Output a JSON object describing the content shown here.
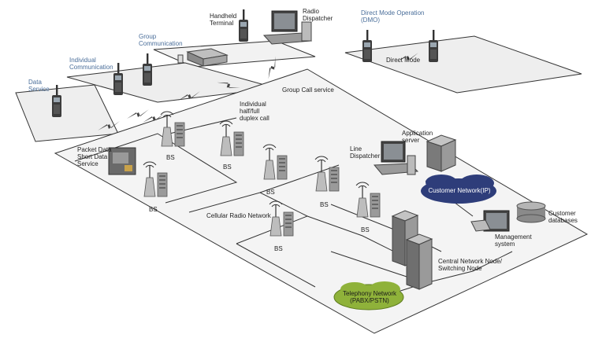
{
  "labels": {
    "direct_mode_operation": "Direct Mode Operation\n(DMO)",
    "direct_mode": "Direct Mode",
    "handheld_terminal": "Handheld\nTerminal",
    "radio_dispatcher": "Radio\nDispatcher",
    "group_communication": "Group\nCommunication",
    "individual_communication": "Individual\nCommunication",
    "data_service": "Data\nService",
    "group_call_service": "Group Call service",
    "individual_call": "Individual\nhalf/full\nduplex call",
    "packet_data": "Packet Data\nShort Data\nService",
    "application_server": "Application\nserver",
    "line_dispatcher": "Line\nDispatcher",
    "customer_network": "Customer Network(IP)",
    "customer_databases": "Customer\ndatabases",
    "management_system": "Management\nsystem",
    "cellular_radio_network": "Cellular Radio Network",
    "central_network_node": "Central Network Node/\nSwitching Node",
    "telephony_network": "Telephony Network\n(PABX/PSTN)",
    "bs": "BS"
  },
  "colors": {
    "plane_fill": "#eeeeee",
    "plane_stroke": "#333333",
    "label_blue": "#4a6e9a",
    "customer_cloud": "#2e3d7a",
    "telephony_cloud": "#8fb23a",
    "equipment": "#8a8a8a",
    "lightning": "#444444"
  },
  "icons": [
    "handheld-radio-icon",
    "base-station-icon",
    "server-rack-icon",
    "dispatcher-console-icon",
    "lightning-bolt-icon",
    "database-icon",
    "cloud-icon"
  ]
}
